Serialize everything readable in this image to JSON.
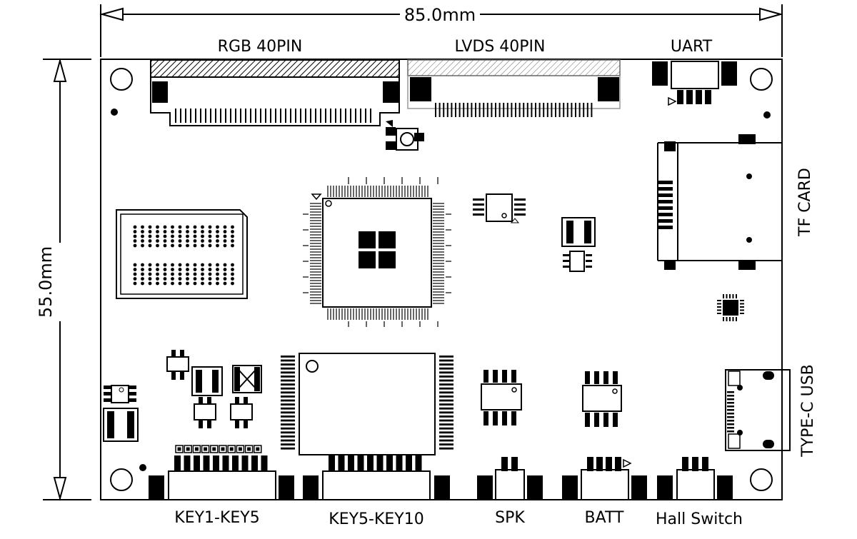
{
  "dimensions": {
    "width": "85.0mm",
    "height": "55.0mm"
  },
  "labels": {
    "rgb": "RGB 40PIN",
    "lvds": "LVDS 40PIN",
    "uart": "UART",
    "tf_card": "TF CARD",
    "type_c": "TYPE-C USB",
    "key1": "KEY1-KEY5",
    "key2": "KEY5-KEY10",
    "spk": "SPK",
    "batt": "BATT",
    "hall": "Hall Switch"
  },
  "colors": {
    "line": "#000000",
    "background": "#ffffff"
  }
}
